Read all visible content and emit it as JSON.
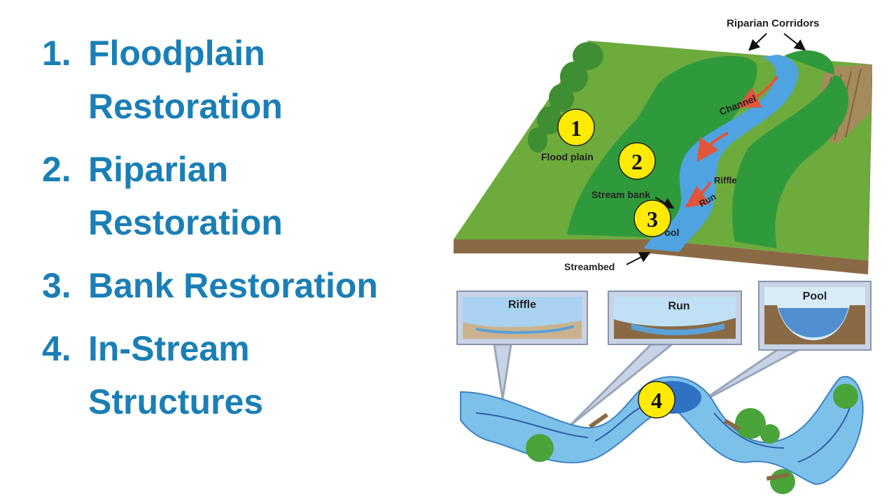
{
  "list": {
    "items": [
      {
        "number": "1.",
        "lines": [
          "Floodplain",
          "Restoration"
        ]
      },
      {
        "number": "2.",
        "lines": [
          "Riparian",
          "Restoration"
        ]
      },
      {
        "number": "3.",
        "lines": [
          "Bank Restoration"
        ]
      },
      {
        "number": "4.",
        "lines": [
          "In-Stream",
          "Structures"
        ]
      }
    ]
  },
  "diagram": {
    "labels": {
      "riparian_corridors": "Riparian Corridors",
      "channel": "Channel",
      "flood_plain": "Flood plain",
      "riffle": "Riffle",
      "run": "Run",
      "stream_bank": "Stream bank",
      "pool": "Pool",
      "streambed": "Streambed"
    },
    "callouts": {
      "riffle": "Riffle",
      "run": "Run",
      "pool": "Pool"
    },
    "badges": [
      "1",
      "2",
      "3",
      "4"
    ]
  },
  "colors": {
    "text_blue": "#1a7fb6",
    "badge_yellow": "#ffeb00",
    "grass": "#6dab3d",
    "trees": "#2f9a3c",
    "water": "#4fa3e0",
    "soil": "#8a6a45"
  }
}
